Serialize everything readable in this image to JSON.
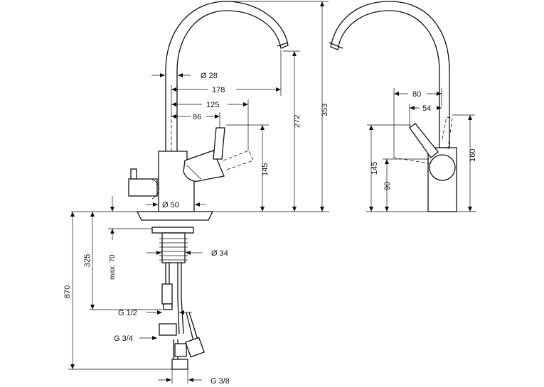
{
  "front_view": {
    "dims": {
      "spout_diameter": "Ø 28",
      "reach": "178",
      "lever_reach": "125",
      "lever_offset": "86",
      "body_diameter": "Ø 50",
      "lever_height": "145",
      "spout_height": "272",
      "total_height": "353"
    }
  },
  "side_view": {
    "dims": {
      "lever_depth_80": "80",
      "lever_depth_54": "54",
      "lever_height": "145",
      "pivot_height": "90",
      "body_height": "160"
    }
  },
  "installation": {
    "dims": {
      "shank_length": "325",
      "max_counter_thickness": "max. 70",
      "shank_diameter": "Ø 34",
      "hose_length": "870",
      "thread_half": "G 1/2",
      "thread_three_quarter": "G 3/4",
      "thread_three_eighth": "G 3/8"
    }
  },
  "colors": {
    "line": "#111111",
    "background": "#ffffff"
  }
}
